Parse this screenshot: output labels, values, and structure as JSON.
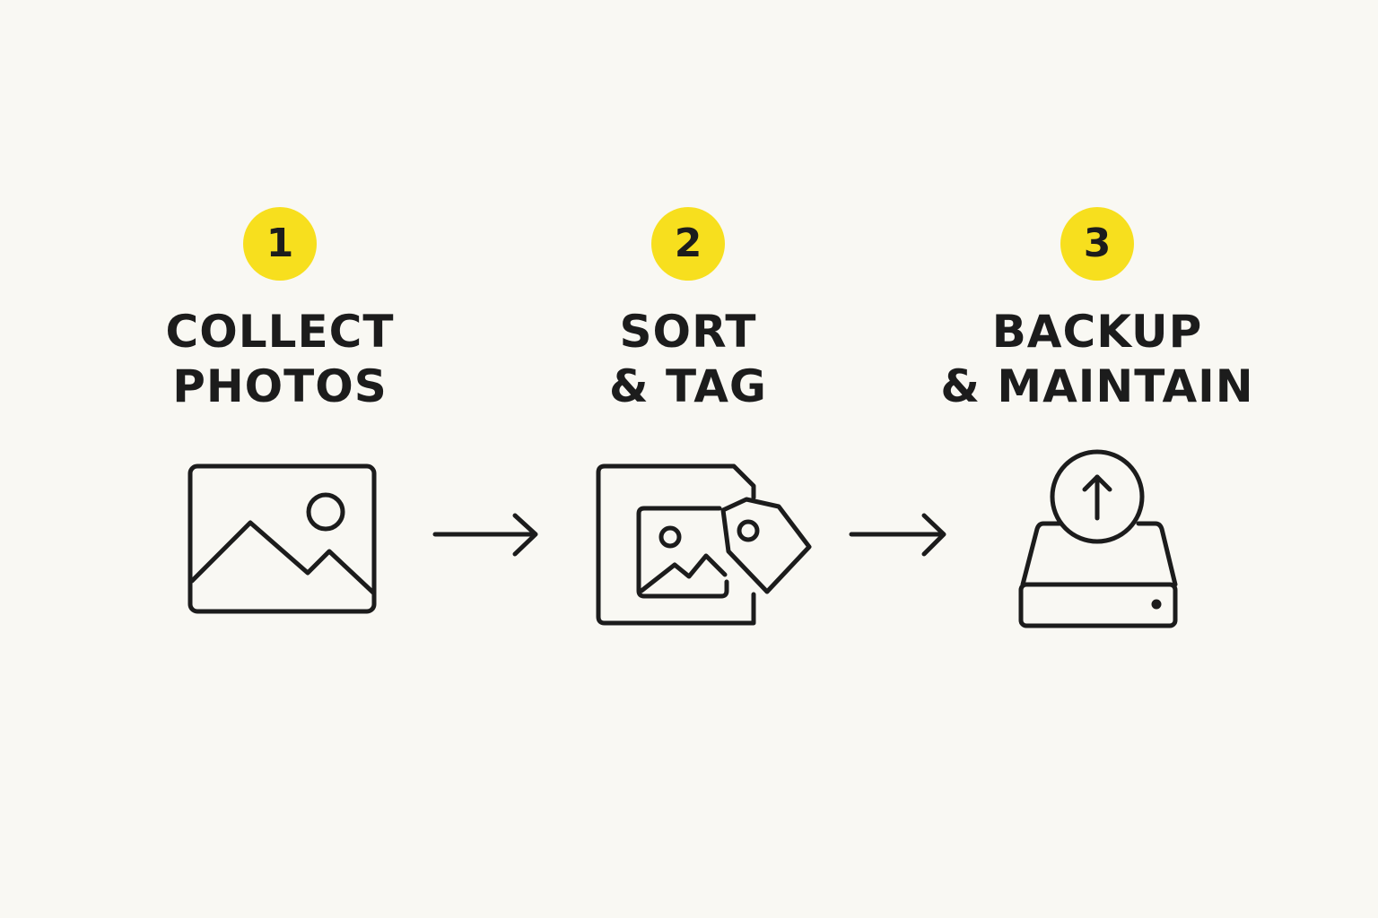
{
  "steps": [
    {
      "number": "1",
      "title_lines": [
        "COLLECT",
        "PHOTOS"
      ],
      "icon": "image-icon"
    },
    {
      "number": "2",
      "title_lines": [
        "SORT",
        "& TAG"
      ],
      "icon": "tagged-photo-icon"
    },
    {
      "number": "3",
      "title_lines": [
        "BACKUP",
        "& MAINTAIN"
      ],
      "icon": "drive-upload-icon"
    }
  ],
  "arrows": [
    "arrow-right-icon",
    "arrow-right-icon"
  ],
  "colors": {
    "background": "#f9f8f3",
    "badge": "#f7df1e",
    "ink": "#1c1c1c"
  }
}
